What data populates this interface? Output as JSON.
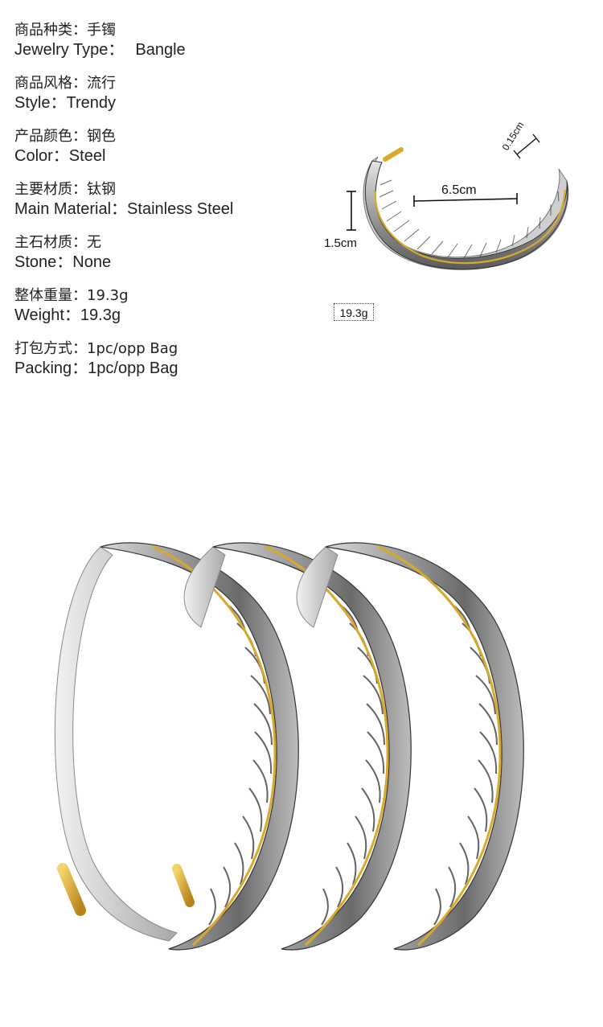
{
  "specs": [
    {
      "zh_label": "商品种类：",
      "zh_value": "手镯",
      "en_label": "Jewelry Type：",
      "en_value": "Bangle"
    },
    {
      "zh_label": "商品风格：",
      "zh_value": "流行",
      "en_label": "Style：",
      "en_value": "Trendy"
    },
    {
      "zh_label": "产品颜色：",
      "zh_value": "钢色",
      "en_label": "Color：",
      "en_value": "Steel"
    },
    {
      "zh_label": "主要材质：",
      "zh_value": "钛钢",
      "en_label": "Main Material：",
      "en_value": "Stainless Steel"
    },
    {
      "zh_label": "主石材质：",
      "zh_value": "无",
      "en_label": "Stone：",
      "en_value": "None"
    },
    {
      "zh_label": "整体重量：",
      "zh_value": "19.3g",
      "en_label": "Weight：",
      "en_value": "19.3g"
    },
    {
      "zh_label": "打包方式：",
      "zh_value": "1pc/opp Bag",
      "en_label": "Packing：",
      "en_value": "1pc/opp Bag"
    }
  ],
  "dimensions": {
    "thickness": "0.15cm",
    "width": "6.5cm",
    "height": "1.5cm",
    "weight": "19.3g"
  },
  "colors": {
    "steel": "#b9b9b9",
    "steel_dark": "#555555",
    "gold": "#d9a92b"
  }
}
